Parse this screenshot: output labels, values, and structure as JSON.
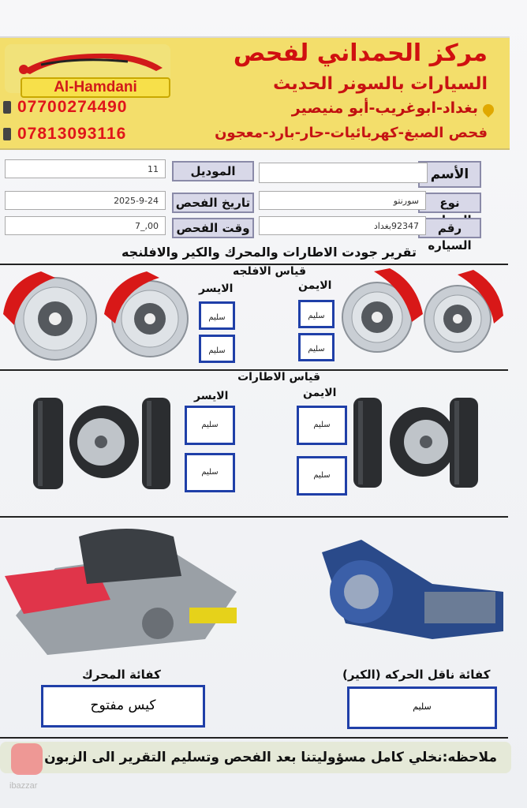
{
  "header": {
    "brand_logo_text": "Al-Hamdani",
    "title_main": "مركز الحمداني لفحص",
    "title_sub": "السيارات بالسونر الحديث",
    "location": "بغداد-ابوغريب-أبو منيصير",
    "services": "فحص الصبغ-كهربائيات-حار-بارد-معجون",
    "phone1": "07700274490",
    "phone2": "07813093116"
  },
  "info": {
    "name_label": "الأسم",
    "car_type_label": "نوع السياره",
    "car_type_value": "سورنتو",
    "plate_label": "رقم السياره",
    "plate_value": "92347بغداد",
    "model_label": "الموديل",
    "model_value": "11",
    "date_label": "تاريخ الفحص",
    "date_value": "2025-9-24",
    "time_label": "وقت الفحص",
    "time_value": "7_,00"
  },
  "report_title": "تقرير جودت الاطارات والمحرك والكير والافلنجه",
  "brakes": {
    "title": "قياس الافلجه",
    "right_label": "الايمن",
    "left_label": "الايسر",
    "right_status": [
      "سليم",
      "سليم"
    ],
    "left_status": [
      "سليم",
      "سليم"
    ]
  },
  "tires": {
    "title": "قياس الاطارات",
    "right_label": "الايمن",
    "left_label": "الايسر",
    "right_status": [
      "سليم",
      "سليم"
    ],
    "left_status": [
      "سليم",
      "سليم"
    ]
  },
  "engine": {
    "label": "كفائة المحرك",
    "value": "كيس مفتوح"
  },
  "gearbox": {
    "label": "كفائة ناقل الحركه (الكير)",
    "value": "سليم"
  },
  "note": "ملاحظه:نخلي كامل مسؤوليتنا بعد الفحص وتسليم التقرير الى الزبون",
  "watermark": "ibazzar",
  "colors": {
    "accent_red": "#d01010",
    "header_yellow": "#f3de6b",
    "box_blue": "#1f3fa8"
  }
}
